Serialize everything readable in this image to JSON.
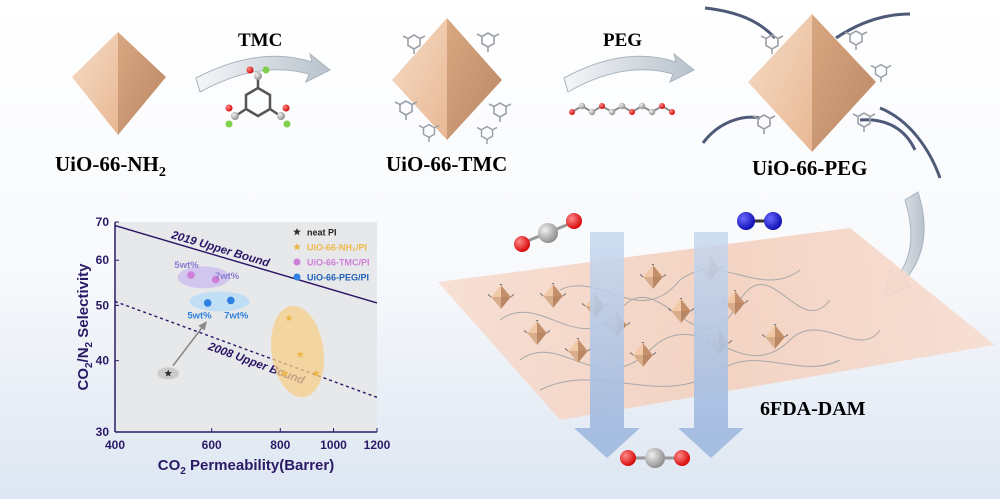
{
  "top": {
    "step1_reagent": "TMC",
    "step2_reagent": "PEG",
    "mof1_label_main": "UiO-66-NH",
    "mof1_label_sub": "2",
    "mof2_label": "UiO-66-TMC",
    "mof3_label": "UiO-66-PEG"
  },
  "membrane": {
    "label": "6FDA-DAM"
  },
  "chart_data": {
    "type": "scatter",
    "x_scale": "log",
    "y_scale": "log",
    "xlim": [
      400,
      1200
    ],
    "ylim": [
      30,
      70
    ],
    "x_ticks": [
      "400",
      "600",
      "800",
      "1000",
      "1200"
    ],
    "y_ticks": [
      "70",
      "60",
      "50",
      "40",
      "30"
    ],
    "xlabel_main": "CO",
    "xlabel_sub": "2",
    "xlabel_rest": " Permeability(Barrer)",
    "ylabel_a": "CO",
    "ylabel_a_sub": "2",
    "ylabel_b": "/N",
    "ylabel_b_sub": "2",
    "ylabel_c": " Selectivity",
    "legend": {
      "placement": "top-right",
      "entries": [
        {
          "label": "neat PI",
          "marker": "star",
          "color": "#333333"
        },
        {
          "label": "UiO-66-NH₂/PI",
          "marker": "star",
          "color": "#f0b84a"
        },
        {
          "label": "UiO-66-TMC/PI",
          "marker": "circle",
          "color": "#d07fd8"
        },
        {
          "label": "UiO-66-PEG/PI",
          "marker": "circle",
          "color": "#2f80e0"
        }
      ]
    },
    "series": [
      {
        "name": "neat PI",
        "points": [
          [
            500,
            38
          ]
        ]
      },
      {
        "name": "UiO-66-NH₂/PI",
        "points": [
          [
            830,
            47.5
          ],
          [
            870,
            41
          ],
          [
            815,
            38
          ],
          [
            930,
            38
          ]
        ]
      },
      {
        "name": "UiO-66-TMC/PI",
        "points": [
          [
            550,
            56.5
          ],
          [
            610,
            55.5
          ]
        ]
      },
      {
        "name": "UiO-66-PEG/PI",
        "points": [
          [
            590,
            50.5
          ],
          [
            650,
            51
          ]
        ]
      }
    ],
    "point_labels": [
      {
        "text": "5wt%",
        "x": 540,
        "y": 58.2,
        "color": "#8a7bd0"
      },
      {
        "text": "7wt%",
        "x": 640,
        "y": 55.6,
        "color": "#8a7bd0"
      },
      {
        "text": "5wt%",
        "x": 570,
        "y": 47.4,
        "color": "#2f80e0"
      },
      {
        "text": "7wt%",
        "x": 665,
        "y": 47.4,
        "color": "#2f80e0"
      }
    ],
    "upper_bounds": [
      {
        "label": "2019 Upper Bound",
        "from": [
          400,
          69
        ],
        "to": [
          1200,
          50.5
        ],
        "style": "solid"
      },
      {
        "label": "2008 Upper Bound",
        "from": [
          400,
          50.8
        ],
        "to": [
          1200,
          34.5
        ],
        "style": "dashed"
      }
    ],
    "colors": {
      "axis": "#2a1a66",
      "bound": "#2a1466"
    }
  }
}
